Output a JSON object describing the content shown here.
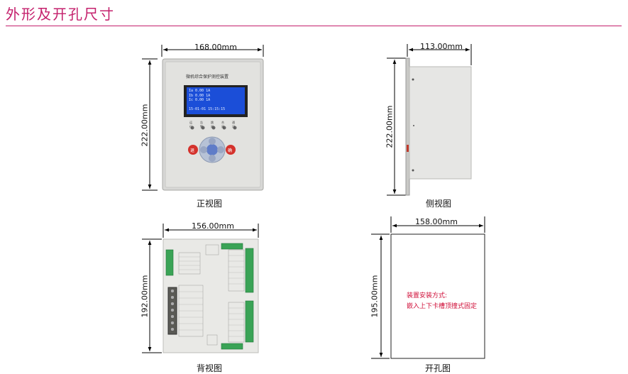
{
  "page": {
    "title": "外形及开孔尺寸"
  },
  "front": {
    "width_label": "168.00mm",
    "height_label": "222.00mm",
    "caption": "正视图",
    "device_name": "微机综合保护测控装置",
    "screen_lines": [
      "Ia  0.00 1A",
      "Ib  0.00 1A",
      "Ic  0.00 1A",
      "",
      "15-01-01  15:15:15"
    ],
    "leds": [
      "运行",
      "告警",
      "跳闸",
      "合闸",
      "通讯"
    ],
    "keys": {
      "left": "退",
      "right": "确"
    }
  },
  "side": {
    "width_label": "113.00mm",
    "height_label": "222.00mm",
    "caption": "侧视图"
  },
  "back": {
    "width_label": "156.00mm",
    "height_label": "192.00mm",
    "caption": "背视图"
  },
  "cutout": {
    "width_label": "158.00mm",
    "height_label": "195.00mm",
    "caption": "开孔图",
    "note_title": "装置安装方式:",
    "note_body": "嵌入上下卡槽顶撞式固定"
  }
}
